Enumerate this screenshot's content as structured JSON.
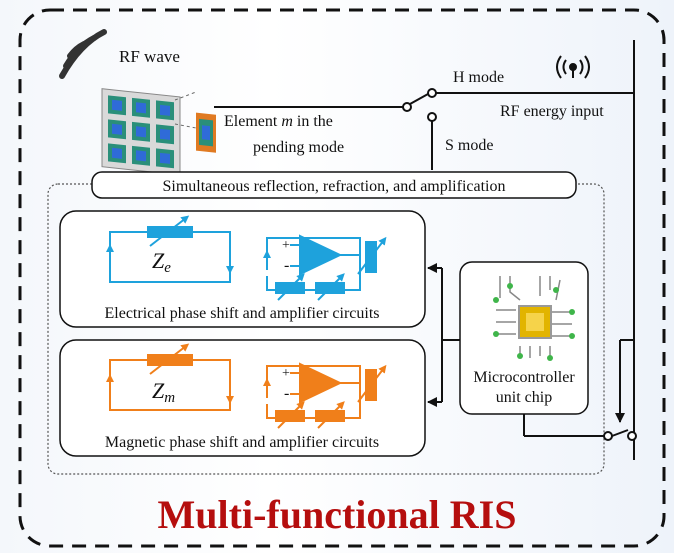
{
  "rf_wave_label": "RF wave",
  "element_label_line1_pre": "Element ",
  "element_label_var": "m",
  "element_label_line1_post": " in the",
  "element_label_line2": "pending mode",
  "h_mode_label": "H mode",
  "s_mode_label": "S mode",
  "rf_energy_label": "RF energy input",
  "simultaneous_label": "Simultaneous reflection, refraction, and amplification",
  "electrical": {
    "impedance_main": "Z",
    "impedance_sub": "e",
    "caption": "Electrical phase shift and amplifier circuits",
    "color": "#1ea2dc"
  },
  "magnetic": {
    "impedance_main": "Z",
    "impedance_sub": "m",
    "caption": "Magnetic phase shift and amplifier circuits",
    "color": "#f07f1a"
  },
  "mcu_label_line1": "Microcontroller",
  "mcu_label_line2": "unit chip",
  "title": "Multi-functional RIS",
  "title_color": "#b50e0e",
  "opamp_plus": "+",
  "opamp_minus": "-"
}
